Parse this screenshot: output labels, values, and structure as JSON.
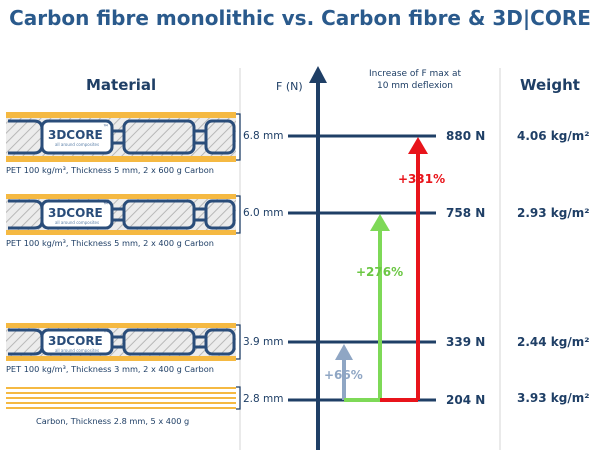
{
  "title": "Carbon fibre monolithic vs. Carbon fibre & 3D|CORE",
  "headers": {
    "material": "Material",
    "force_axis": "F (N)",
    "increase_line1": "Increase of F max at",
    "increase_line2": "10 mm deflexion",
    "weight": "Weight"
  },
  "logo": {
    "brand": "3DCORE",
    "tm": "™",
    "tagline": "all around composites"
  },
  "rows": [
    {
      "caption": "PET 100 kg/m³, Thickness 5 mm, 2 x 600 g Carbon",
      "thickness": "6.8 mm",
      "force": "880 N",
      "weight": "4.06 kg/m²"
    },
    {
      "caption": "PET 100 kg/m³, Thickness 5 mm, 2 x 400 g Carbon",
      "thickness": "6.0 mm",
      "force": "758 N",
      "weight": "2.93 kg/m²"
    },
    {
      "caption": "PET 100 kg/m³, Thickness 3 mm, 2 x 400 g Carbon",
      "thickness": "3.9 mm",
      "force": "339 N",
      "weight": "2.44 kg/m²"
    },
    {
      "caption": "Carbon, Thickness 2.8 mm, 5 x 400 g",
      "thickness": "2.8 mm",
      "force": "204 N",
      "weight": "3.93 kg/m²"
    }
  ],
  "increases": [
    {
      "label": "+331%",
      "color": "#e8141b"
    },
    {
      "label": "+276%",
      "color": "#7ed957"
    },
    {
      "label": "+66%",
      "color": "#8fa6c4"
    }
  ],
  "colors": {
    "title": "#2a5a8c",
    "text": "#1f3f66",
    "axis": "#1f3f66",
    "carbon": "#f5b942",
    "core_outline": "#2a4d7a",
    "hatch": "#b8b8b8"
  }
}
